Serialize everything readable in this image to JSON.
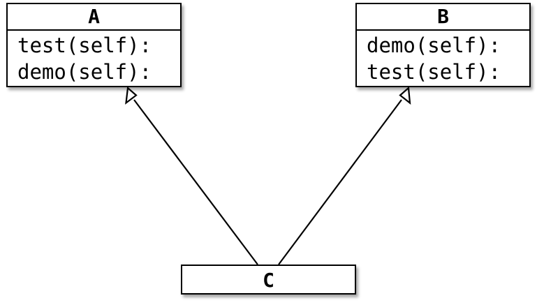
{
  "diagram": {
    "classes": [
      {
        "id": "A",
        "name": "A",
        "methods": [
          "test(self):",
          "demo(self):"
        ]
      },
      {
        "id": "B",
        "name": "B",
        "methods": [
          "demo(self):",
          "test(self):"
        ]
      },
      {
        "id": "C",
        "name": "C",
        "methods": []
      }
    ],
    "relations": [
      {
        "type": "inheritance",
        "from": "C",
        "to": "A"
      },
      {
        "type": "inheritance",
        "from": "C",
        "to": "B"
      }
    ]
  },
  "colors": {
    "stroke": "#000000",
    "box_fill": "#ffffff",
    "background": "#ffffff"
  }
}
